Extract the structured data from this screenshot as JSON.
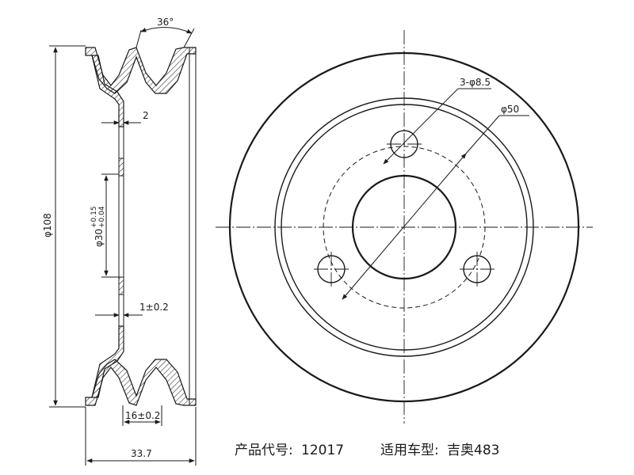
{
  "side_view": {
    "angle_label": "36°",
    "wall_thickness_label": "2",
    "bore_label": "φ30",
    "bore_tol_upper": "+0.15",
    "bore_tol_lower": "+0.04",
    "overall_diameter_label": "φ108",
    "flange_thickness_label": "1±0.2",
    "groove_pitch_label": "16±0.2",
    "overall_width_label": "33.7"
  },
  "front_view": {
    "hole_label": "3-φ8.5",
    "pcd_label": "φ50"
  },
  "caption": {
    "product_code_label": "产品代号:",
    "product_code": "12017",
    "application_label": "适用车型:",
    "application": "吉奥483"
  }
}
